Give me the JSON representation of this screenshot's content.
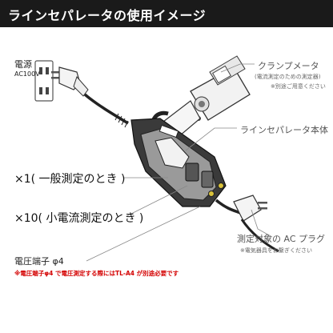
{
  "header": {
    "title": "ラインセパレータの使用イメージ"
  },
  "labels": {
    "power_source": "電源",
    "power_voltage": "AC100V",
    "clamp_meter": "クランプメータ",
    "clamp_meter_note": "(電流測定のための測定器)",
    "clamp_meter_sold": "※別途ご用意ください",
    "separator_body": "ラインセパレータ本体",
    "x1_mode": "×1( 一般測定のとき )",
    "x10_mode": "×10( 小電流測定のとき )",
    "voltage_terminal": "電圧端子 φ4",
    "warning": "※電圧端子φ4 で電圧測定する際にはTL-A4 が別途必要です",
    "target_plug": "測定対象の AC プラグ",
    "target_plug_note": "※電気器具をお繋ぎください"
  },
  "colors": {
    "header_bg": "#1a1a1a",
    "warning": "#d40000",
    "device": "#333333"
  }
}
